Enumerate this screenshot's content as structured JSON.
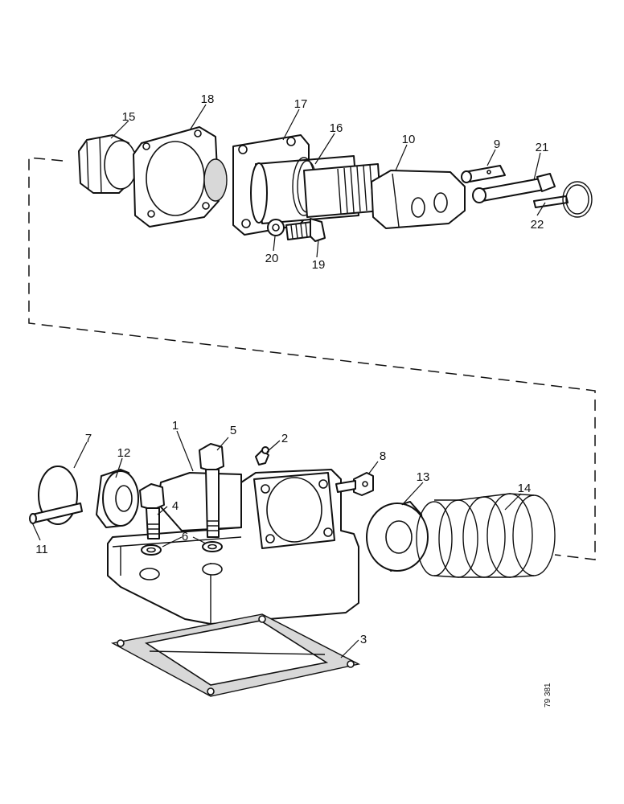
{
  "callouts": {
    "c1": "1",
    "c2": "2",
    "c3": "3",
    "c4": "4",
    "c5": "5",
    "c6": "6",
    "c7": "7",
    "c8": "8",
    "c9": "9",
    "c10": "10",
    "c11": "11",
    "c12": "12",
    "c13": "13",
    "c14": "14",
    "c15": "15",
    "c16": "16",
    "c17": "17",
    "c18": "18",
    "c19": "19",
    "c20": "20",
    "c21": "21",
    "c22": "22"
  },
  "reference": "79 381"
}
